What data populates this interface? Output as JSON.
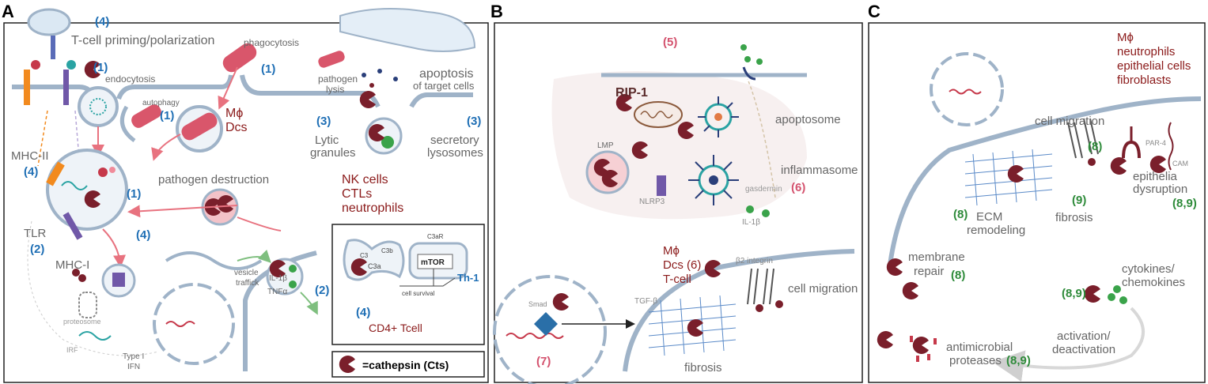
{
  "panels": {
    "a": {
      "letter": "A",
      "labels": {
        "tcell_num": "(4)",
        "tcell_priming": "T-cell priming/polarization",
        "endo_num": "(1)",
        "endocytosis": "endocytosis",
        "phagocytosis": "phagocytosis",
        "phago_num": "(1)",
        "pathogen": "pathogen",
        "lysis": "lysis",
        "apoptosis": "apoptosis",
        "of_target": "of target cells",
        "autophagy": "autophagy",
        "auto_num": "(1)",
        "mphi": "Mϕ",
        "dcs": "Dcs",
        "lytic_num": "(3)",
        "lytic": "Lytic",
        "granules": "granules",
        "secretory_num": "(3)",
        "secretory": "secretory",
        "lysosomes": "lysosomes",
        "mhc2": "MHC-II",
        "mhc2_num": "(4)",
        "pathogen_destruction": "pathogen destruction",
        "lyso_num": "(1)",
        "nk": "NK cells",
        "ctls": "CTLs",
        "neutrophils": "neutrophils",
        "tlr": "TLR",
        "tlr_num": "(2)",
        "mhc1": "MHC-I",
        "mhc1_num": "(4)",
        "proteosome": "proteosome",
        "irf": "IRF",
        "type1": "Type I",
        "ifn": "IFN",
        "vesicle": "vesicle",
        "traffick": "traffick",
        "il1b": "IL-1β",
        "tnfa": "TNFα",
        "traffick_num": "(2)",
        "inset_c3": "C3",
        "inset_c3b": "C3b",
        "inset_c3a": "C3a",
        "inset_c3ar": "C3aR",
        "inset_mtor": "mTOR",
        "inset_survival": "cell survival",
        "inset_th1": "Th-1",
        "inset_num": "(4)",
        "inset_cd4": "CD4+ Tcell",
        "legend": "=cathepsin (Cts)"
      }
    },
    "b": {
      "letter": "B",
      "labels": {
        "num5": "(5)",
        "rip1": "RIP-1",
        "apoptosome": "apoptosome",
        "lmp": "LMP",
        "inflammasome": "inflammasome",
        "gasdermin": "gasdermin",
        "num6": "(6)",
        "nlrp3": "NLRP3",
        "il1b": "IL-1β",
        "mphi": "Mϕ",
        "dcs": "Dcs (6)",
        "tcell": "T-cell",
        "b2": "β2 integrin",
        "cell_migration": "cell migration",
        "smad": "Smad",
        "tgfb": "TGF-β",
        "num7": "(7)",
        "fibrosis": "fibrosis"
      }
    },
    "c": {
      "letter": "C",
      "labels": {
        "mphi": "Mϕ",
        "neutrophils": "neutrophils",
        "epithelial": "epithelial cells",
        "fibroblasts": "fibroblasts",
        "cell_migration": "cell migration",
        "num8a": "(8)",
        "par4": "PAR-4",
        "cam": "CAM",
        "epithelia": "epithelia",
        "dysruption": "dysruption",
        "num89a": "(8,9)",
        "num8b": "(8)",
        "ecm": "ECM",
        "remodeling": "remodeling",
        "num9": "(9)",
        "fibrosis": "fibrosis",
        "membrane": "membrane",
        "repair": "repair",
        "num8c": "(8)",
        "cytokines": "cytokines/",
        "chemokines": "chemokines",
        "num89b": "(8,9)",
        "antimicrobial": "antimicrobial",
        "proteases": "proteases",
        "num89c": "(8,9)",
        "activation": "activation/",
        "deactivation": "deactivation"
      }
    }
  },
  "colors": {
    "blue_num": "#1f6fb5",
    "red_text": "#8b1a1a",
    "green_num": "#2e8b3a",
    "cathepsin": "#7a1f2b",
    "membrane": "#9fb3c8",
    "gray_text": "#666666"
  }
}
